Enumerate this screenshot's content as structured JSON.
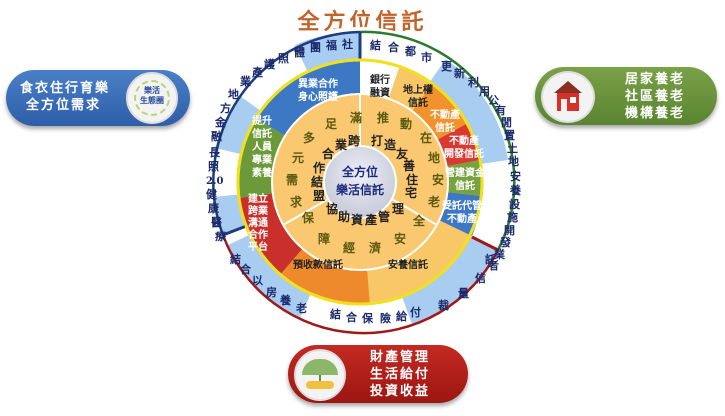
{
  "title": "全方位信託",
  "center": {
    "line1": "全方位",
    "line2": "樂活信託"
  },
  "left_pill": {
    "lines": [
      "食衣住行育樂",
      "全方位需求"
    ],
    "emblem": {
      "line1": "樂活",
      "line2": "生態圈"
    },
    "color": "#3a6db8"
  },
  "right_pill": {
    "lines": [
      "居家養老",
      "社區養老",
      "機構養老"
    ],
    "emblem_icon": "house-icon",
    "color": "#6a9239"
  },
  "bottom_pill": {
    "lines": [
      "財產管理",
      "生活給付",
      "投資收益"
    ],
    "emblem_icon": "umbrella-money-icon",
    "color": "#b01f1a"
  },
  "inner_ring": {
    "left_arc": [
      "多",
      "元",
      "需",
      "求"
    ],
    "left_top_arc": [
      "滿",
      "足"
    ],
    "left_inner": [
      "跨",
      "業",
      "合",
      "作",
      "結",
      "盟"
    ],
    "right_arc": [
      "推",
      "動",
      "在",
      "地",
      "安",
      "老"
    ],
    "right_inner": [
      "打",
      "造",
      "友",
      "善",
      "住",
      "宅"
    ],
    "bottom_arc": [
      "保",
      "障",
      "經",
      "濟",
      "安",
      "全"
    ],
    "bottom_inner": [
      "協",
      "助",
      "資",
      "產",
      "管",
      "理"
    ]
  },
  "middle_ring": {
    "segments": [
      {
        "label": "異業合作\n身心照護",
        "color": "#3d78c4"
      },
      {
        "label": "銀行\n融資",
        "color": "#ffffff"
      },
      {
        "label": "地上權\n信託",
        "color": "#f8c868"
      },
      {
        "label": "不動產\n信託",
        "color": "#f2922c"
      },
      {
        "label": "不動產\n開發信託",
        "color": "#d83a32"
      },
      {
        "label": "營建資金\n信託",
        "color": "#77a33e"
      },
      {
        "label": "受託代管\n不動產",
        "color": "#3d78c4"
      },
      {
        "label": "安養信託",
        "color": "#f8c868"
      },
      {
        "label": "預收款信託",
        "color": "#ef8a2c"
      },
      {
        "label": "建立\n跨業\n溝通\n合作\n平台",
        "color": "#c9302c"
      },
      {
        "label": "提升\n信託\n人員\n專業\n素養",
        "color": "#6c9a3a"
      }
    ]
  },
  "outer_ring": {
    "segments": [
      {
        "text": "結合都市更新",
        "bg": "#ffffff"
      },
      {
        "text": "利用公有閒置土地",
        "bg": "#a8cdf0"
      },
      {
        "text": "安養設施開發業者",
        "bg": "#ffffff"
      },
      {
        "text": "託信量裁",
        "bg": "#a8cdf0"
      },
      {
        "text": "結合保險給付",
        "bg": "#ffffff"
      },
      {
        "text": "結合以房養老",
        "bg": "#a8cdf0"
      },
      {
        "text": "健康醫療",
        "bg": "#a8cdf0"
      },
      {
        "text": "長照2.0",
        "bg": "#ffffff"
      },
      {
        "text": "地方金融",
        "bg": "#a8cdf0"
      },
      {
        "text": "產業照護",
        "bg": "#ffffff"
      },
      {
        "text": "社福團體",
        "bg": "#a8cdf0"
      }
    ]
  },
  "colors": {
    "title": "#c0642a",
    "ring_yellow": "#f0e020",
    "inner_fill": "#fac870",
    "center_fill": "#d8dce8",
    "outer_border_green": "#2c7a2c",
    "outer_border_red": "#a01818",
    "outer_border_blue": "#1c3c80"
  }
}
